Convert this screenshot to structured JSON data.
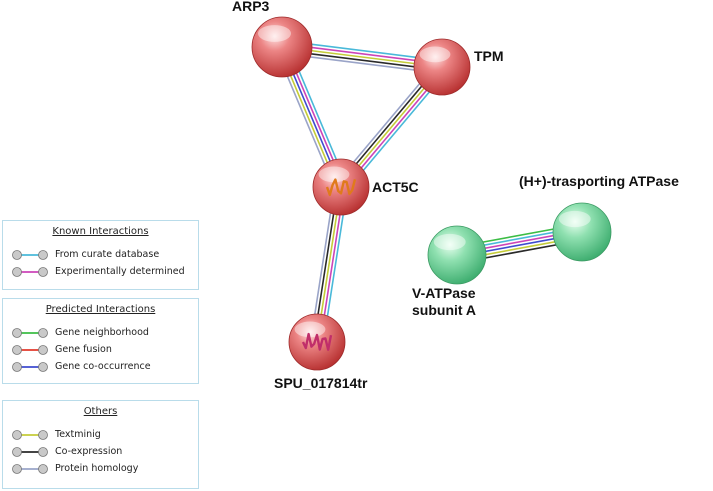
{
  "nodes": [
    {
      "id": "arp3",
      "label": "ARP3",
      "color": "red"
    },
    {
      "id": "tpm",
      "label": "TPM",
      "color": "red"
    },
    {
      "id": "act5c",
      "label": "ACT5C",
      "color": "red"
    },
    {
      "id": "spu",
      "label": "SPU_017814tr",
      "color": "red"
    },
    {
      "id": "vatpase",
      "label": "V-ATPase\nsubunit A",
      "color": "green"
    },
    {
      "id": "hatpase",
      "label": "(H+)-trasporting ATPase",
      "color": "green"
    }
  ],
  "edges": [
    {
      "from": "arp3",
      "to": "tpm",
      "evidence": [
        "curated",
        "experimental",
        "textmining",
        "coexpression",
        "homology"
      ]
    },
    {
      "from": "arp3",
      "to": "act5c",
      "evidence": [
        "curated",
        "experimental",
        "cooccurrence",
        "textmining",
        "homology"
      ]
    },
    {
      "from": "tpm",
      "to": "act5c",
      "evidence": [
        "curated",
        "experimental",
        "textmining",
        "coexpression",
        "homology"
      ]
    },
    {
      "from": "act5c",
      "to": "spu",
      "evidence": [
        "curated",
        "experimental",
        "textmining",
        "coexpression",
        "homology"
      ]
    },
    {
      "from": "vatpase",
      "to": "hatpase",
      "evidence": [
        "neighborhood",
        "curated",
        "experimental",
        "cooccurrence",
        "textmining",
        "coexpression"
      ]
    }
  ],
  "colors": {
    "curated": "#49b9d9",
    "experimental": "#cc44b8",
    "neighborhood": "#3cbd45",
    "fusion": "#e23a2c",
    "cooccurrence": "#3e4ccf",
    "textmining": "#c4cc38",
    "coexpression": "#2a2a2a",
    "homology": "#9aa4c8",
    "node_red": "#e35d5d",
    "node_green": "#6fd399"
  },
  "legend": {
    "known": {
      "title": "Known Interactions",
      "items": [
        {
          "label": "From curate database",
          "color_key": "curated"
        },
        {
          "label": "Experimentally determined",
          "color_key": "experimental"
        }
      ]
    },
    "predicted": {
      "title": "Predicted Interactions",
      "items": [
        {
          "label": "Gene neighborhood",
          "color_key": "neighborhood"
        },
        {
          "label": "Gene fusion",
          "color_key": "fusion"
        },
        {
          "label": "Gene co-occurrence",
          "color_key": "cooccurrence"
        }
      ]
    },
    "others": {
      "title": "Others",
      "items": [
        {
          "label": "Textminig",
          "color_key": "textmining"
        },
        {
          "label": "Co-expression",
          "color_key": "coexpression"
        },
        {
          "label": "Protein homology",
          "color_key": "homology"
        }
      ]
    }
  }
}
